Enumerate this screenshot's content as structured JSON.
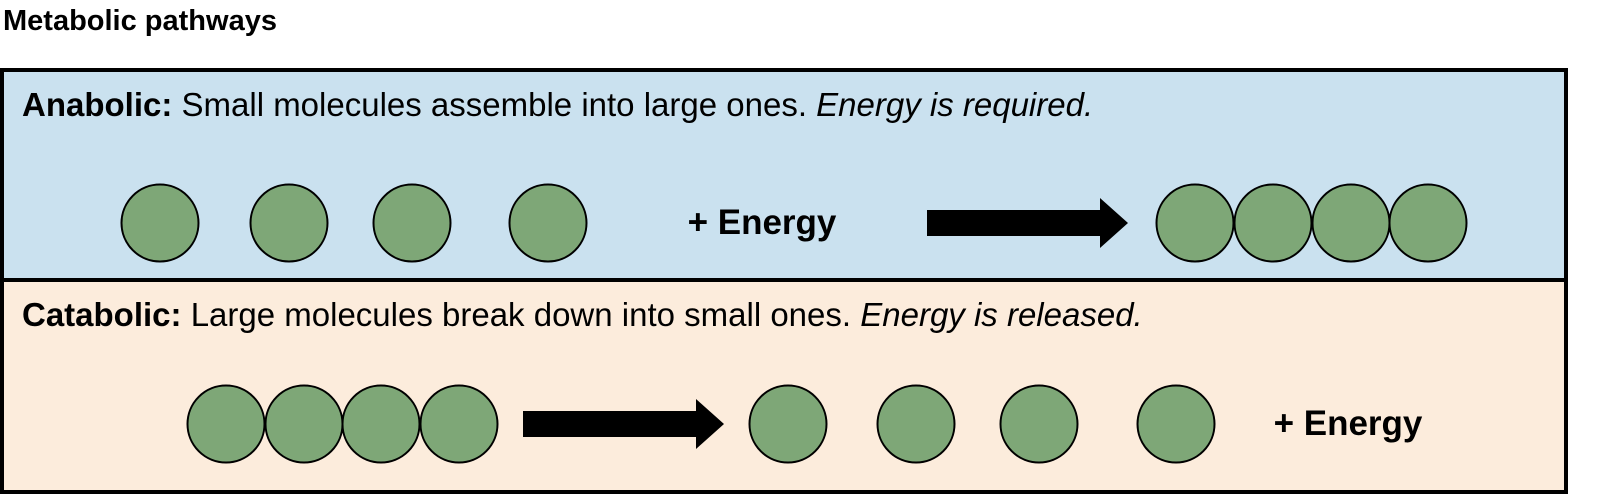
{
  "title": "Metabolic pathways",
  "colors": {
    "anabolic_bg": "#cae1ef",
    "catabolic_bg": "#fcecdc",
    "molecule": "#7ea777",
    "border": "#000000"
  },
  "anabolic": {
    "label": "Anabolic:",
    "description": " Small molecules assemble into large ones. ",
    "energy_note": "Energy is required.",
    "energy_term": "+ Energy",
    "reactant_molecules": 4,
    "product_chain_length": 4
  },
  "catabolic": {
    "label": "Catabolic:",
    "description": " Large molecules break down into small ones. ",
    "energy_note": "Energy is released.",
    "energy_term": "+ Energy",
    "reactant_chain_length": 4,
    "product_molecules": 4
  }
}
